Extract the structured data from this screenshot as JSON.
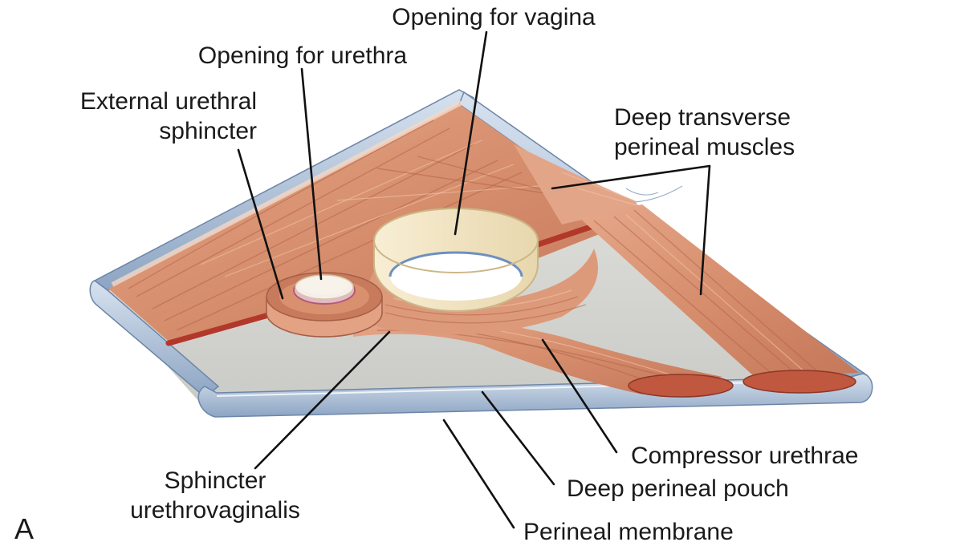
{
  "panel_letter": "A",
  "labels": {
    "opening_vagina": "Opening for vagina",
    "opening_urethra": "Opening for urethra",
    "external_sphincter_1": "External urethral",
    "external_sphincter_2": "sphincter",
    "deep_transverse_1": "Deep transverse",
    "deep_transverse_2": "perineal muscles",
    "compressor_urethrae": "Compressor urethrae",
    "deep_pouch": "Deep perineal pouch",
    "sphincter_uv_1": "Sphincter",
    "sphincter_uv_2": "urethrovaginalis",
    "perineal_membrane": "Perineal membrane"
  },
  "colors": {
    "muscle": "#d99272",
    "muscle_dark": "#b8634a",
    "membrane": "#dcdcd6",
    "membrane_edge": "#7e97b6",
    "ring": "#f3e6c4",
    "tendon": "#c0392b"
  }
}
